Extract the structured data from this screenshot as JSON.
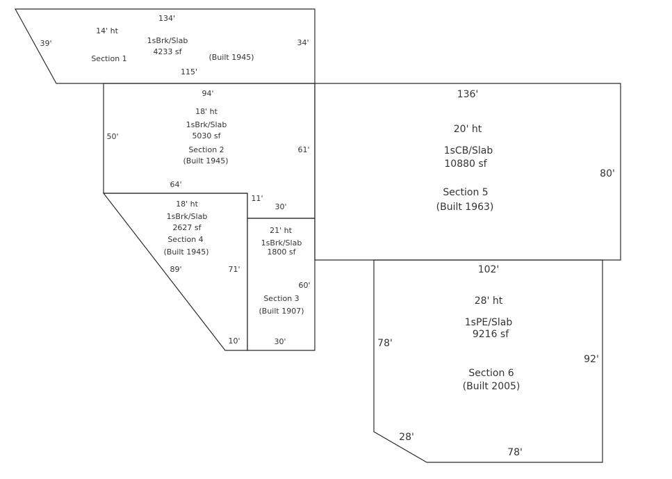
{
  "sections": {
    "s1": {
      "name": "Section 1",
      "height": "14' ht",
      "construction": "1sBrk/Slab",
      "area": "4233 sf",
      "built": "(Built 1945)",
      "dims": {
        "top": "134'",
        "left": "39'",
        "right": "34'",
        "bottom": "115'"
      }
    },
    "s2": {
      "name": "Section 2",
      "height": "18' ht",
      "construction": "1sBrk/Slab",
      "area": "5030 sf",
      "built": "(Built 1945)",
      "dims": {
        "top": "94'",
        "left": "50'",
        "right": "61'",
        "bottom": "64'"
      }
    },
    "s3": {
      "name": "Section 3",
      "height": "21' ht",
      "construction": "1sBrk/Slab",
      "area": "1800 sf",
      "built": "(Built 1907)",
      "dims": {
        "top": "30'",
        "right": "60'",
        "bottom": "30'"
      }
    },
    "s4": {
      "name": "Section 4",
      "height": "18' ht",
      "construction": "1sBrk/Slab",
      "area": "2627 sf",
      "built": "(Built 1945)",
      "dims": {
        "diag": "89'",
        "right": "71'",
        "bottom": "10'",
        "notch": "11'"
      }
    },
    "s5": {
      "name": "Section 5",
      "height": "20' ht",
      "construction": "1sCB/Slab",
      "area": "10880 sf",
      "built": "(Built 1963)",
      "dims": {
        "top": "136'",
        "right": "80'"
      }
    },
    "s6": {
      "name": "Section 6",
      "height": "28' ht",
      "construction": "1sPE/Slab",
      "area": "9216 sf",
      "built": "(Built 2005)",
      "dims": {
        "top": "102'",
        "left": "78'",
        "right": "92'",
        "diag": "28'",
        "bottom": "78'"
      }
    }
  }
}
